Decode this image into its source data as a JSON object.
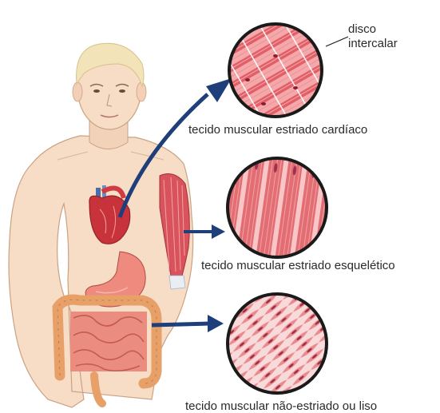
{
  "labels": {
    "cardiac": "tecido muscular estriado cardíaco",
    "skeletal": "tecido muscular estriado esquelético",
    "smooth": "tecido muscular não-estriado ou liso",
    "disc_line1": "disco",
    "disc_line2": "intercalar"
  },
  "colors": {
    "skin": "#f7dcc6",
    "skin_outline": "#c9a283",
    "hair": "#f2e3b8",
    "arrow": "#1f3f7a",
    "muscle": "#d8535b",
    "muscle_light": "#f4a3a6",
    "heart": "#c8323a",
    "stomach": "#ef8a7e",
    "intestine": "#e6a068",
    "small_intestine": "#ea8d80"
  },
  "icons": {
    "body": "human-torso-illustration",
    "heart": "heart-icon",
    "arm_muscle": "arm-muscle-icon",
    "digestive": "digestive-organs-icon"
  }
}
